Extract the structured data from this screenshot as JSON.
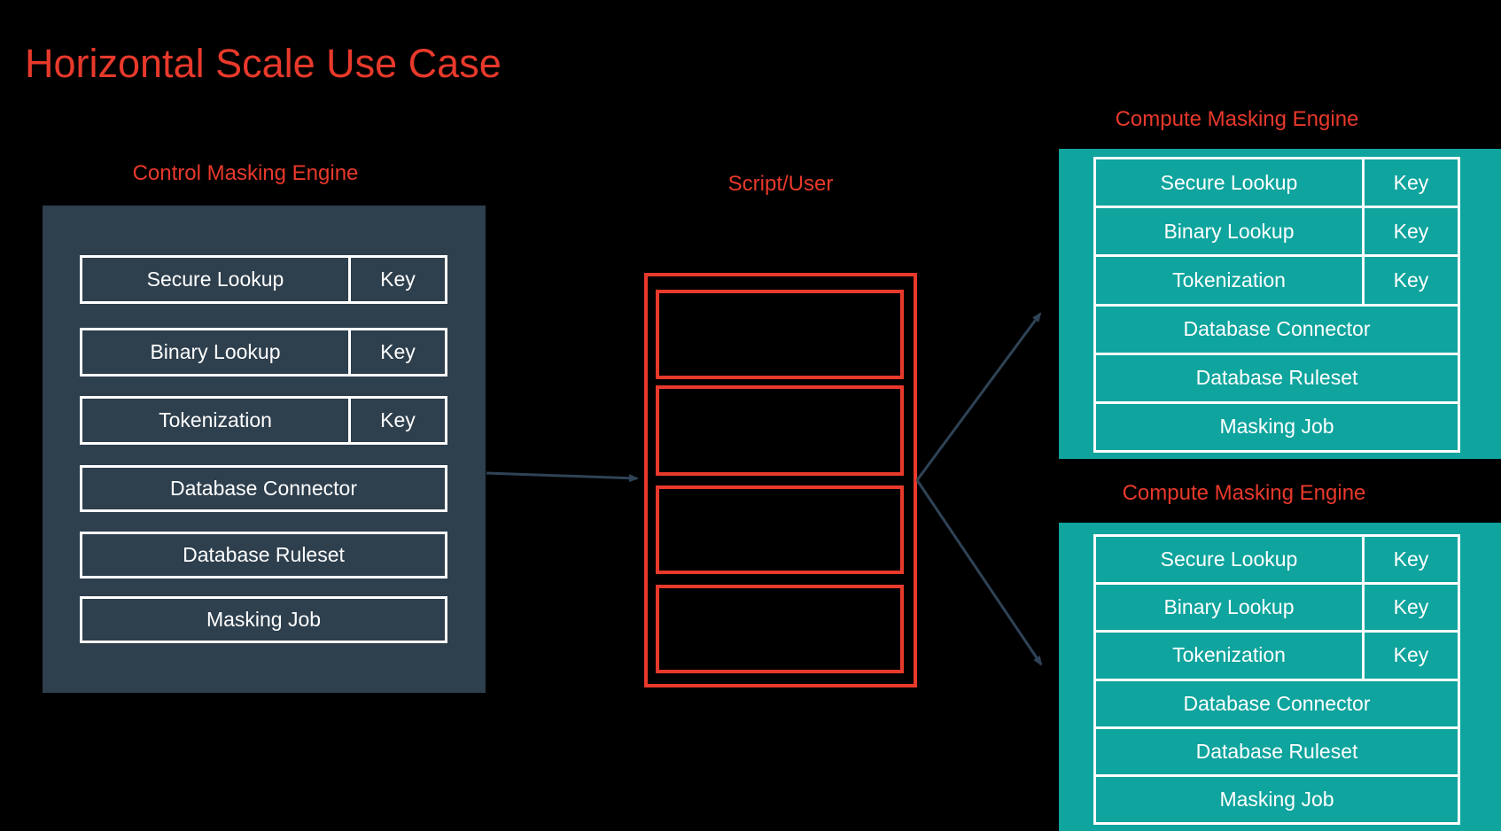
{
  "title": "Horizontal Scale Use Case",
  "colors": {
    "background": "#000000",
    "accent_red": "#E8392B",
    "control_box_fill": "#2E3F4D",
    "compute_box_fill": "#0FA49E",
    "arrow": "#2F4356",
    "row_border": "#FFFFFF",
    "row_text": "#FFFFFF"
  },
  "control_engine": {
    "label": "Control Masking Engine",
    "rows": [
      {
        "name": "Secure Lookup",
        "key": "Key"
      },
      {
        "name": "Binary Lookup",
        "key": "Key"
      },
      {
        "name": "Tokenization",
        "key": "Key"
      },
      {
        "name": "Database Connector"
      },
      {
        "name": "Database Ruleset"
      },
      {
        "name": "Masking Job"
      }
    ]
  },
  "script_user": {
    "label": "Script/User",
    "slot_count": 4
  },
  "compute_engines": [
    {
      "label": "Compute Masking Engine",
      "rows": [
        {
          "name": "Secure Lookup",
          "key": "Key"
        },
        {
          "name": "Binary Lookup",
          "key": "Key"
        },
        {
          "name": "Tokenization",
          "key": "Key"
        },
        {
          "name": "Database Connector"
        },
        {
          "name": "Database Ruleset"
        },
        {
          "name": "Masking Job"
        }
      ]
    },
    {
      "label": "Compute Masking Engine",
      "rows": [
        {
          "name": "Secure Lookup",
          "key": "Key"
        },
        {
          "name": "Binary Lookup",
          "key": "Key"
        },
        {
          "name": "Tokenization",
          "key": "Key"
        },
        {
          "name": "Database Connector"
        },
        {
          "name": "Database Ruleset"
        },
        {
          "name": "Masking Job"
        }
      ]
    }
  ]
}
